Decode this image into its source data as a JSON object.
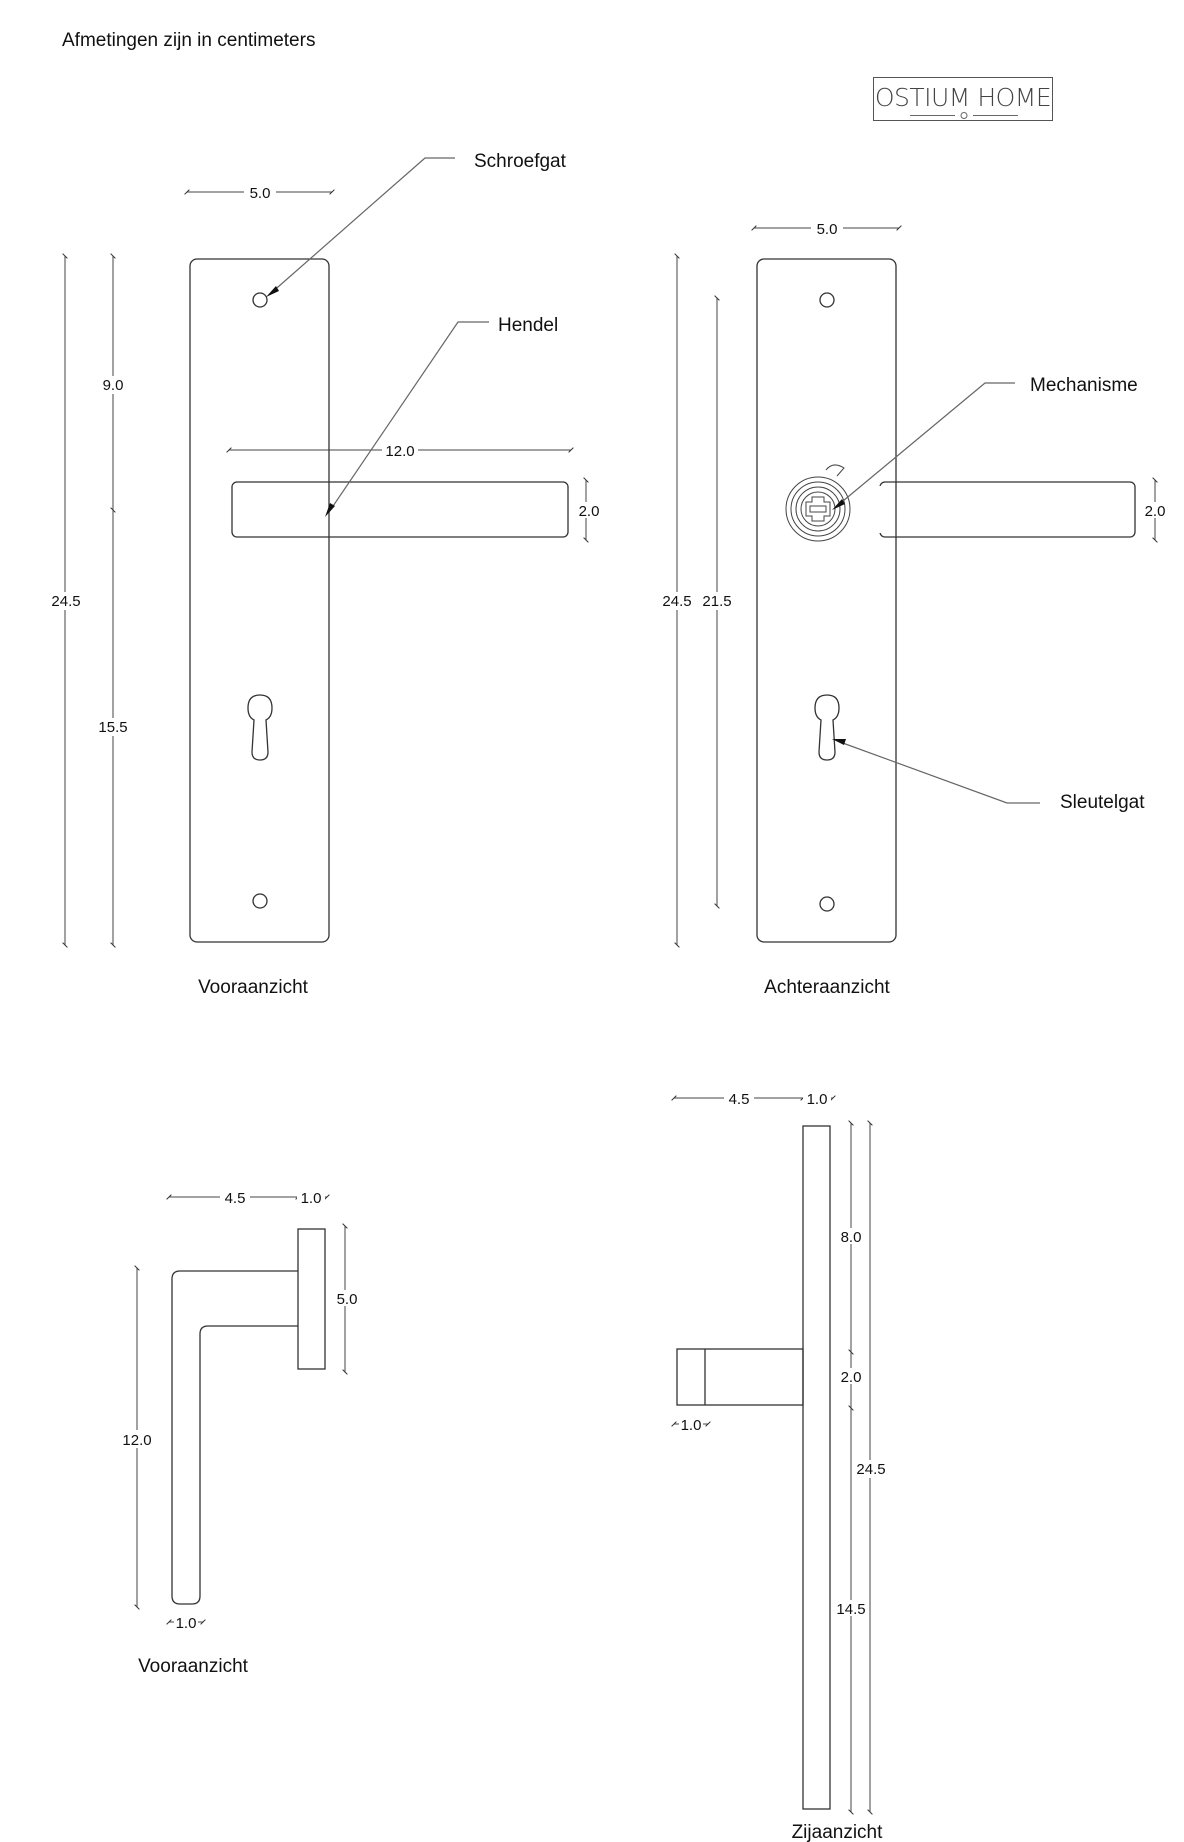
{
  "header": {
    "title": "Afmetingen zijn in centimeters",
    "logo": "OSTIUM HOME"
  },
  "views": {
    "front": {
      "caption": "Vooraanzicht",
      "callouts": {
        "screw_hole": "Schroefgat",
        "lever": "Hendel"
      },
      "dims": {
        "plate_width": "5.0",
        "total_height": "24.5",
        "upper": "9.0",
        "lower": "15.5",
        "lever_length": "12.0",
        "lever_height": "2.0"
      }
    },
    "back": {
      "caption": "Achteraanzicht",
      "callouts": {
        "mechanism": "Mechanisme",
        "keyhole": "Sleutelgat"
      },
      "dims": {
        "plate_width": "5.0",
        "total_height": "24.5",
        "inner_height": "21.5",
        "lever_height": "2.0"
      }
    },
    "lever_front": {
      "caption": "Vooraanzicht",
      "dims": {
        "reach": "4.5",
        "rose_depth": "1.0",
        "rose_height": "5.0",
        "length": "12.0",
        "thickness": "1.0"
      }
    },
    "side": {
      "caption": "Zijaanzicht",
      "dims": {
        "reach": "4.5",
        "plate_depth": "1.0",
        "upper": "8.0",
        "lever": "2.0",
        "total": "24.5",
        "lower": "14.5",
        "lever_depth": "1.0"
      }
    }
  }
}
